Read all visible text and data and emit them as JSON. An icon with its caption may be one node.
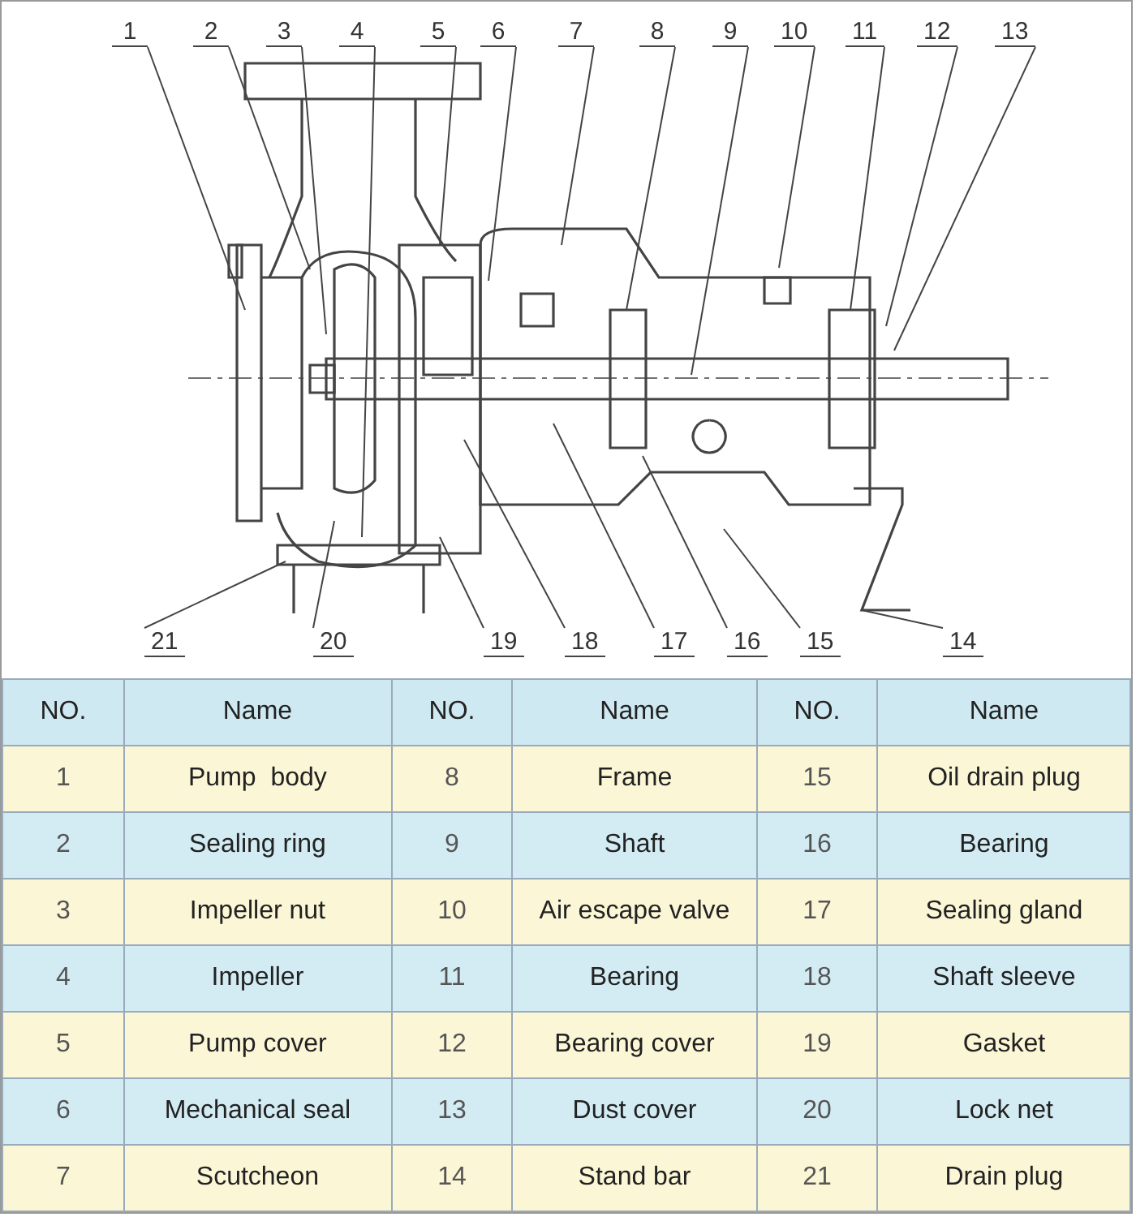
{
  "diagram": {
    "nodes": [
      {
        "text": [
          "1"
        ]
      },
      {
        "text": [
          "2"
        ]
      },
      {
        "text": [
          "3"
        ]
      },
      {
        "text": [
          "4"
        ]
      },
      {
        "text": [
          "5"
        ]
      },
      {
        "text": [
          "6"
        ]
      },
      {
        "text": [
          "7"
        ]
      },
      {
        "text": [
          "8"
        ]
      },
      {
        "text": [
          "9"
        ]
      },
      {
        "text": [
          "10"
        ]
      },
      {
        "text": [
          "11"
        ]
      },
      {
        "text": [
          "12"
        ]
      },
      {
        "text": [
          "13"
        ]
      },
      {
        "text": [
          "21"
        ]
      },
      {
        "text": [
          "20"
        ]
      },
      {
        "text": [
          "19"
        ]
      },
      {
        "text": [
          "18"
        ]
      },
      {
        "text": [
          "17"
        ]
      },
      {
        "text": [
          "16"
        ]
      },
      {
        "text": [
          "15"
        ]
      },
      {
        "text": [
          "14"
        ]
      }
    ],
    "edges": [
      {
        "from": 0,
        "to": null,
        "arrow": "none"
      },
      {
        "from": 1,
        "to": null,
        "arrow": "none"
      },
      {
        "from": 2,
        "to": null,
        "arrow": "none"
      },
      {
        "from": 3,
        "to": null,
        "arrow": "none"
      },
      {
        "from": 4,
        "to": null,
        "arrow": "none"
      },
      {
        "from": 5,
        "to": null,
        "arrow": "none"
      },
      {
        "from": 6,
        "to": null,
        "arrow": "none"
      },
      {
        "from": 7,
        "to": null,
        "arrow": "none"
      },
      {
        "from": 8,
        "to": null,
        "arrow": "none"
      },
      {
        "from": 9,
        "to": null,
        "arrow": "none"
      },
      {
        "from": 10,
        "to": null,
        "arrow": "none"
      },
      {
        "from": 11,
        "to": null,
        "arrow": "none"
      },
      {
        "from": 12,
        "to": null,
        "arrow": "none"
      },
      {
        "from": 13,
        "to": null,
        "arrow": "none"
      },
      {
        "from": 14,
        "to": null,
        "arrow": "none"
      },
      {
        "from": 15,
        "to": null,
        "arrow": "none"
      },
      {
        "from": 16,
        "to": null,
        "arrow": "none"
      },
      {
        "from": 17,
        "to": null,
        "arrow": "none"
      },
      {
        "from": 18,
        "to": null,
        "arrow": "none"
      },
      {
        "from": 19,
        "to": null,
        "arrow": "none"
      },
      {
        "from": 20,
        "to": null,
        "arrow": "none"
      }
    ],
    "labels": [
      "NO.",
      "Name",
      "NO.",
      "Name",
      "NO.",
      "Name",
      "1",
      "Pump  body",
      "8",
      "Frame",
      "15",
      "Oil drain plug",
      "2",
      "Sealing ring",
      "9",
      "Shaft",
      "16",
      "Bearing",
      "3",
      "Impeller nut",
      "10",
      "Air escape valve",
      "17",
      "Sealing gland",
      "4",
      "Impeller",
      "11",
      "Bearing",
      "18",
      "Shaft sleeve",
      "5",
      "Pump cover",
      "12",
      "Bearing cover",
      "19",
      "Gasket",
      "6",
      "Mechanical seal",
      "13",
      "Dust cover",
      "20",
      "Lock net",
      "7",
      "Scutcheon",
      "14",
      "Stand bar",
      "21",
      "Drain plug"
    ]
  }
}
